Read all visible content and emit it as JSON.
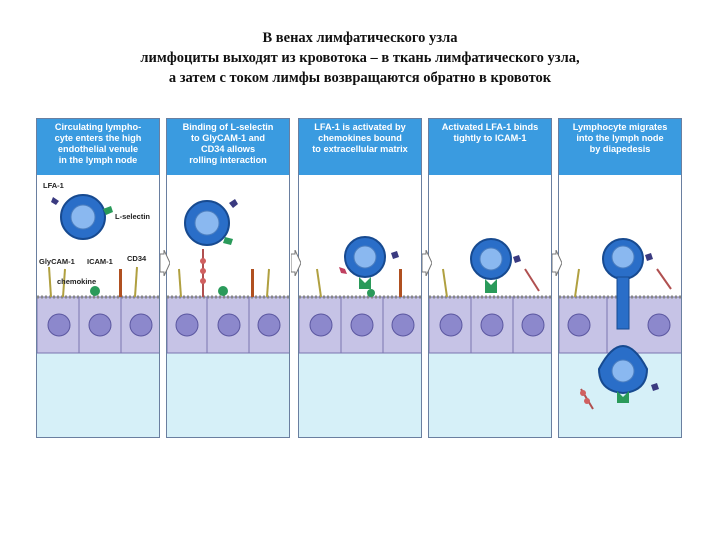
{
  "title": {
    "line1": "В венах лимфатического узла",
    "line2": "лимфоциты выходят из кровотока – в ткань лимфатического узла,",
    "line3": "а затем с током лимфы возвращаются обратно в кровоток"
  },
  "panels": [
    {
      "lines": [
        "Circulating lympho-",
        "cyte enters the high",
        "endothelial venule",
        "in the lymph node"
      ]
    },
    {
      "lines": [
        "Binding of L-selectin",
        "to GlyCAM-1 and",
        "CD34 allows",
        "rolling interaction"
      ]
    },
    {
      "lines": [
        "LFA-1 is activated by",
        "chemokines bound",
        "to extracellular matrix"
      ]
    },
    {
      "lines": [
        "Activated LFA-1 binds",
        "tightly to ICAM-1"
      ]
    },
    {
      "lines": [
        "Lymphocyte migrates",
        "into the lymph node",
        "by diapedesis"
      ]
    }
  ],
  "labels": {
    "lfa1": "LFA-1",
    "lselectin": "L-selectin",
    "glycam": "GlyCAM-1",
    "icam": "ICAM-1",
    "cd34": "CD34",
    "chemokine": "chemokine"
  },
  "colors": {
    "header": "#3a9be0",
    "endothelium": "#c6c3e6",
    "tissue": "#d6f0f8",
    "lymphocyte": "#2a6ec8",
    "nucleus": "#8ab8f0"
  }
}
